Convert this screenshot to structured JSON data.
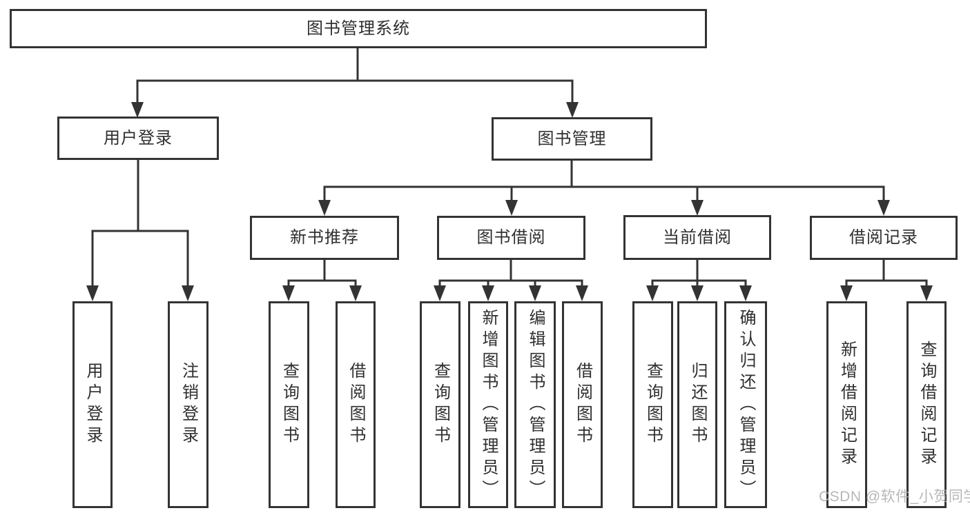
{
  "title": "图书管理系统",
  "watermark": {
    "text": "CSDN @软件_小贺同学"
  },
  "colors": {
    "line": "#333333",
    "text": "#2f2f2f",
    "background": "#ffffff",
    "watermark": "#b0b0b0"
  },
  "tree": {
    "label": "图书管理系统",
    "children": [
      {
        "label": "用户登录",
        "children": [
          {
            "label": "用户登录"
          },
          {
            "label": "注销登录"
          }
        ]
      },
      {
        "label": "图书管理",
        "children": [
          {
            "label": "新书推荐",
            "children": [
              {
                "label": "查询图书"
              },
              {
                "label": "借阅图书"
              }
            ]
          },
          {
            "label": "图书借阅",
            "children": [
              {
                "label": "查询图书"
              },
              {
                "label": "新增图书（管理员）"
              },
              {
                "label": "编辑图书（管理员）"
              },
              {
                "label": "借阅图书"
              }
            ]
          },
          {
            "label": "当前借阅",
            "children": [
              {
                "label": "查询图书"
              },
              {
                "label": "归还图书"
              },
              {
                "label": "确认归还（管理员）"
              }
            ]
          },
          {
            "label": "借阅记录",
            "children": [
              {
                "label": "新增借阅记录"
              },
              {
                "label": "查询借阅记录"
              }
            ]
          }
        ]
      }
    ]
  }
}
